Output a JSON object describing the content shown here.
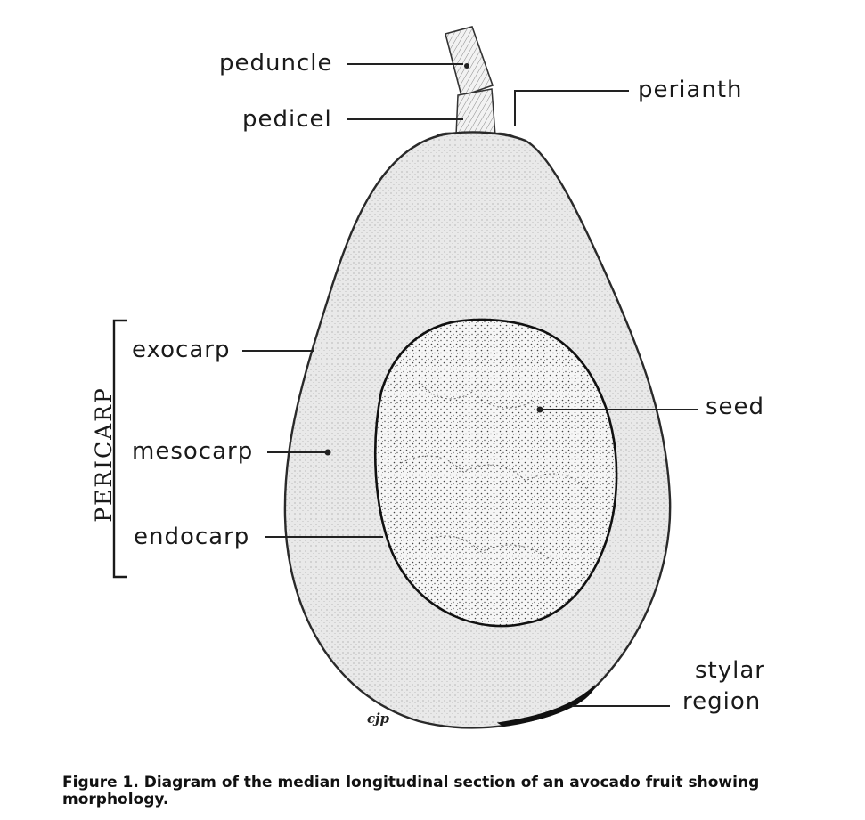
{
  "labels": {
    "peduncle": "peduncle",
    "pedicel": "pedicel",
    "perianth": "perianth",
    "exocarp": "exocarp",
    "mesocarp": "mesocarp",
    "endocarp": "endocarp",
    "seed": "seed",
    "stylar_line1": "stylar",
    "stylar_line2": "region",
    "pericarp": "PERICARP"
  },
  "signature": "сјр",
  "caption": "Figure 1.  Diagram of the median longitudinal section of an avocado fruit showing morphology."
}
